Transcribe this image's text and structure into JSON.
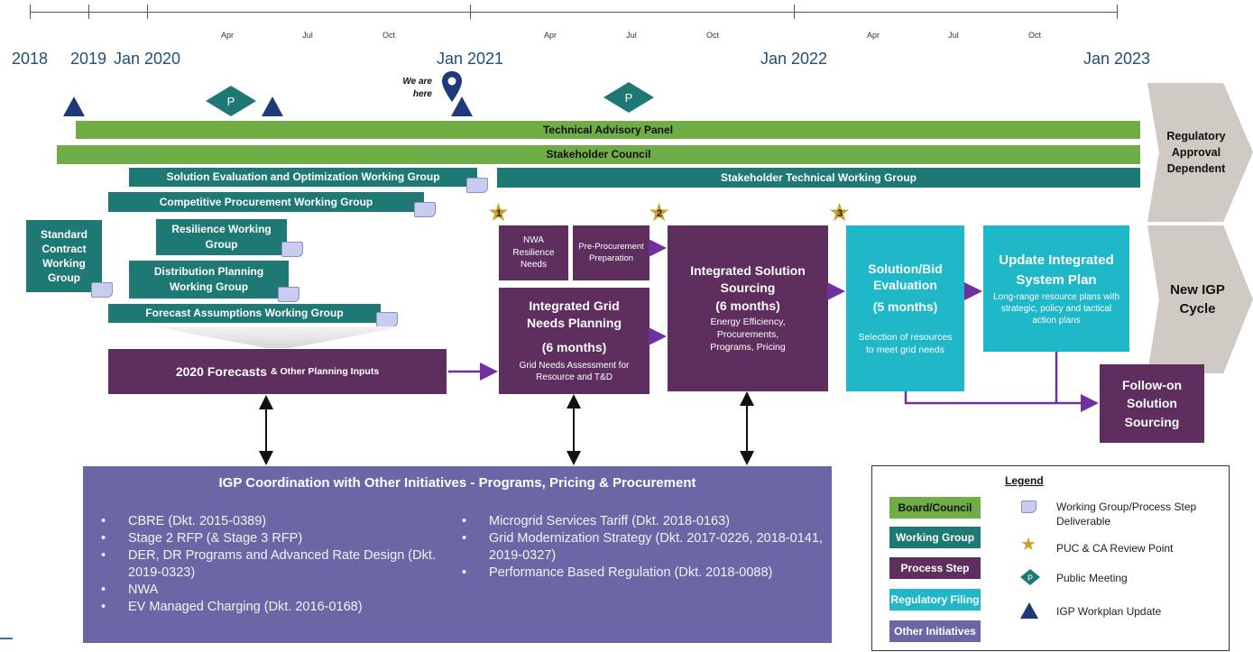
{
  "timeline": {
    "months": [
      "Apr",
      "Jul",
      "Oct",
      "Apr",
      "Jul",
      "Oct",
      "Apr",
      "Jul",
      "Oct"
    ],
    "years": [
      "2018",
      "2019",
      "Jan 2020",
      "Jan 2021",
      "Jan 2022",
      "Jan 2023"
    ]
  },
  "marker": {
    "line1": "We are",
    "line2": "here"
  },
  "public_meeting_label": "P",
  "bars": {
    "technical_advisory_panel": "Technical Advisory Panel",
    "stakeholder_council": "Stakeholder Council",
    "solution_eval_wg": "Solution Evaluation and Optimization Working Group",
    "stakeholder_technical_wg": "Stakeholder Technical Working Group",
    "competitive_procurement_wg": "Competitive Procurement Working Group",
    "standard_contract_wg": "Standard Contract Working Group",
    "resilience_wg": "Resilience Working Group",
    "distribution_planning_wg": "Distribution Planning Working Group",
    "forecast_assumptions_wg": "Forecast Assumptions Working Group"
  },
  "chevrons": {
    "regulatory": "Regulatory Approval Dependent",
    "new_cycle": "New IGP Cycle"
  },
  "review_points": [
    "1",
    "2",
    "3"
  ],
  "process": {
    "forecasts_main": "2020 Forecasts",
    "forecasts_sub": "& Other Planning Inputs",
    "nwa_resilience": "NWA Resilience Needs",
    "pre_procurement": "Pre-Procurement Preparation",
    "ignp_title": "Integrated Grid Needs Planning",
    "ignp_duration": "(6 months)",
    "ignp_desc": "Grid Needs Assessment for Resource and T&D",
    "iss_title": "Integrated Solution Sourcing",
    "iss_duration": "(6 months)",
    "iss_desc": "Energy Efficiency, Procurements, Programs, Pricing",
    "followon": "Follow-on Solution Sourcing"
  },
  "filings": {
    "bid_eval_title": "Solution/Bid Evaluation",
    "bid_eval_duration": "(5 months)",
    "bid_eval_desc": "Selection of resources to meet grid needs",
    "update_title": "Update Integrated System Plan",
    "update_desc": "Long-range resource plans with strategic, policy and tactical action plans"
  },
  "coordination": {
    "title": "IGP Coordination with Other Initiatives - Programs, Pricing & Procurement",
    "left": [
      "CBRE (Dkt. 2015-0389)",
      "Stage 2 RFP (& Stage 3 RFP)",
      "DER, DR Programs and Advanced Rate Design (Dkt. 2019-0323)",
      "NWA",
      "EV Managed Charging (Dkt. 2016-0168)"
    ],
    "right": [
      "Microgrid Services Tariff (Dkt. 2018-0163)",
      "Grid Modernization Strategy (Dkt. 2017-0226, 2018-0141, 2019-0327)",
      "Performance Based Regulation (Dkt. 2018-0088)"
    ]
  },
  "legend": {
    "title": "Legend",
    "board": "Board/Council",
    "working_group": "Working Group",
    "process_step": "Process Step",
    "regulatory_filing": "Regulatory Filing",
    "other_initiatives": "Other Initiatives",
    "deliverable": "Working Group/Process Step Deliverable",
    "review_point": "PUC & CA Review Point",
    "public_meeting": "Public Meeting",
    "workplan_update": "IGP Workplan Update",
    "public_meeting_glyph": "P"
  },
  "colors": {
    "board": "#70ad47",
    "working_group": "#1e7873",
    "process_step": "#5d2e5e",
    "regulatory_filing": "#1fb8c8",
    "other_initiatives": "#6b67a6",
    "marker": "#1f3a7a",
    "arrow": "#7030a0"
  }
}
